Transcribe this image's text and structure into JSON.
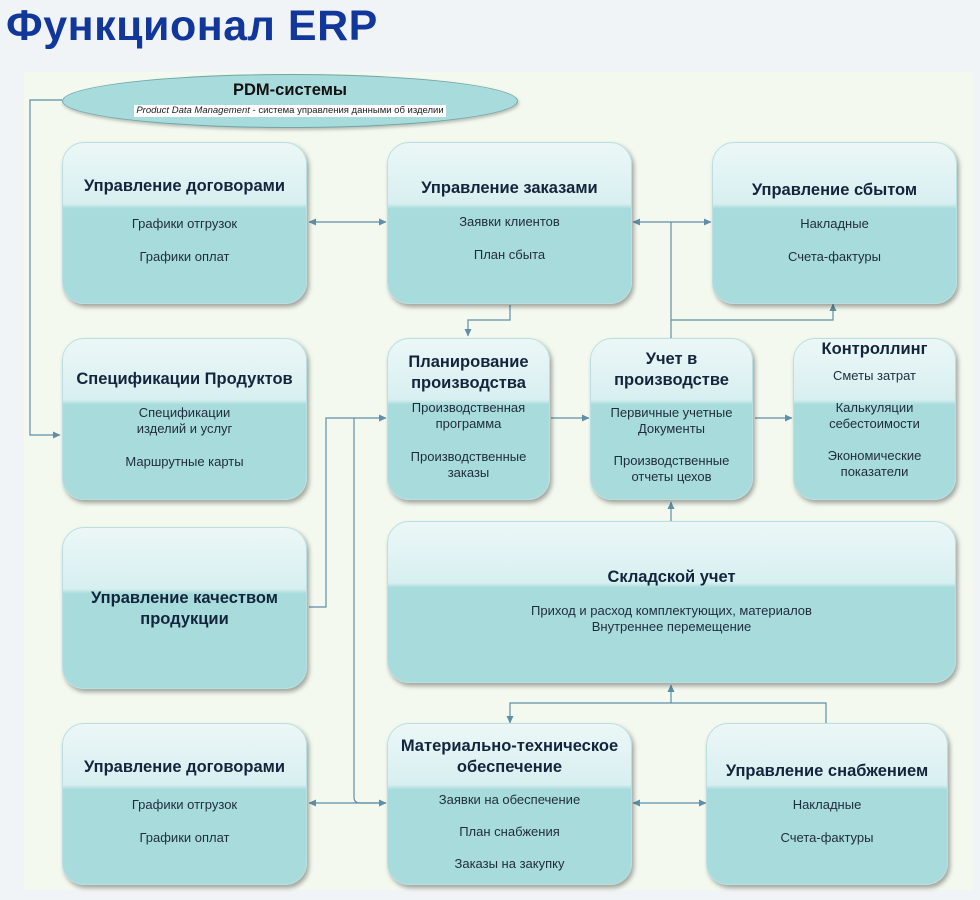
{
  "title": "Функционал ERP",
  "pdm": {
    "title": "PDM-системы",
    "subtitle_italic": "Product Data Management",
    "subtitle_rest": " - система управления данными об изделии"
  },
  "boxes": {
    "contracts_top": {
      "title": "Управление договорами",
      "items": [
        "Графики отгрузок",
        "Графики оплат"
      ]
    },
    "orders": {
      "title": "Управление заказами",
      "items": [
        "Заявки клиентов",
        "План сбыта"
      ]
    },
    "sales": {
      "title": "Управление сбытом",
      "items": [
        "Накладные",
        "Счета-фактуры"
      ]
    },
    "specs": {
      "title": "Спецификации Продуктов",
      "items": [
        "Спецификации",
        "изделий и услуг",
        "Маршрутные карты"
      ]
    },
    "planning": {
      "title_lines": [
        "Планирование",
        "производства"
      ],
      "items": [
        "Производственная",
        "программа",
        "Производственные",
        "заказы"
      ]
    },
    "accounting": {
      "title_lines": [
        "Учет в",
        "производстве"
      ],
      "items": [
        "Первичные учетные",
        "Документы",
        "Производственные",
        "отчеты цехов"
      ]
    },
    "controlling": {
      "title": "Контроллинг",
      "items": [
        "Сметы затрат",
        "Калькуляции",
        "себестоимости",
        "Экономические",
        "показатели"
      ]
    },
    "quality": {
      "title_lines": [
        "Управление качеством",
        "продукции"
      ]
    },
    "warehouse": {
      "title": "Складской учет",
      "items": [
        "Приход и расход комплектующих, материалов",
        "Внутреннее перемещение"
      ]
    },
    "contracts_bottom": {
      "title": "Управление договорами",
      "items": [
        "Графики отгрузок",
        "Графики оплат"
      ]
    },
    "mto": {
      "title_lines": [
        "Материально-техническое",
        "обеспечение"
      ],
      "items": [
        "Заявки на обеспечение",
        "План снабжения",
        "Заказы на закупку"
      ]
    },
    "supply": {
      "title": "Управление снабжением",
      "items": [
        "Накладные",
        "Счета-фактуры"
      ]
    }
  },
  "colors": {
    "title": "#12379b",
    "box_fill": "#a8dbdc",
    "connector": "#5f8fa6",
    "panel": "#f3f9ef"
  }
}
